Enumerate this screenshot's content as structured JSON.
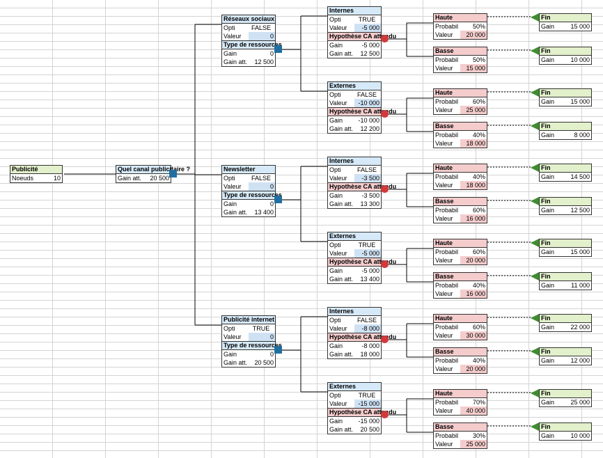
{
  "root": {
    "title": "Publicité",
    "label": "Noeuds",
    "value": "10"
  },
  "decision": {
    "title": "Quel canal publicitaire ?",
    "label": "Gain att.",
    "value": "20 500"
  },
  "labels": {
    "opti": "Opti",
    "valeur": "Valeur",
    "gain": "Gain",
    "gain_att": "Gain att.",
    "probabil": "Probabil",
    "type": "Type de ressources",
    "hypo": "Hypothèse CA attendu",
    "internes": "Internes",
    "externes": "Externes",
    "haute": "Haute",
    "basse": "Basse",
    "fin": "Fin"
  },
  "channels": [
    {
      "name": "Réseaux sociaux",
      "opti": "FALSE",
      "valeur": "0",
      "gain": "0",
      "gain_att": "12 500",
      "resources": [
        {
          "name": "Internes",
          "opti": "TRUE",
          "valeur": "-5 000",
          "gain": "-5 000",
          "gain_att": "12 500",
          "outcomes": [
            {
              "name": "Haute",
              "prob": "50%",
              "valeur": "20 000",
              "fin": "15 000"
            },
            {
              "name": "Basse",
              "prob": "50%",
              "valeur": "15 000",
              "fin": "10 000"
            }
          ]
        },
        {
          "name": "Externes",
          "opti": "FALSE",
          "valeur": "-10 000",
          "gain": "-10 000",
          "gain_att": "12 200",
          "outcomes": [
            {
              "name": "Haute",
              "prob": "60%",
              "valeur": "25 000",
              "fin": "15 000"
            },
            {
              "name": "Basse",
              "prob": "40%",
              "valeur": "18 000",
              "fin": "8 000"
            }
          ]
        }
      ]
    },
    {
      "name": "Newsletter",
      "opti": "FALSE",
      "valeur": "0",
      "gain": "0",
      "gain_att": "13 400",
      "resources": [
        {
          "name": "Internes",
          "opti": "FALSE",
          "valeur": "-3 500",
          "gain": "-3 500",
          "gain_att": "13 300",
          "outcomes": [
            {
              "name": "Haute",
              "prob": "40%",
              "valeur": "18 000",
              "fin": "14 500"
            },
            {
              "name": "Basse",
              "prob": "60%",
              "valeur": "16 000",
              "fin": "12 500"
            }
          ]
        },
        {
          "name": "Externes",
          "opti": "TRUE",
          "valeur": "-5 000",
          "gain": "-5 000",
          "gain_att": "13 400",
          "outcomes": [
            {
              "name": "Haute",
              "prob": "60%",
              "valeur": "20 000",
              "fin": "15 000"
            },
            {
              "name": "Basse",
              "prob": "40%",
              "valeur": "16 000",
              "fin": "11 000"
            }
          ]
        }
      ]
    },
    {
      "name": "Publicité internet",
      "opti": "TRUE",
      "valeur": "0",
      "gain": "0",
      "gain_att": "20 500",
      "resources": [
        {
          "name": "Internes",
          "opti": "FALSE",
          "valeur": "-8 000",
          "gain": "-8 000",
          "gain_att": "18 000",
          "outcomes": [
            {
              "name": "Haute",
              "prob": "60%",
              "valeur": "30 000",
              "fin": "22 000"
            },
            {
              "name": "Basse",
              "prob": "40%",
              "valeur": "20 000",
              "fin": "12 000"
            }
          ]
        },
        {
          "name": "Externes",
          "opti": "TRUE",
          "valeur": "-15 000",
          "gain": "-15 000",
          "gain_att": "20 500",
          "outcomes": [
            {
              "name": "Haute",
              "prob": "70%",
              "valeur": "40 000",
              "fin": "25 000"
            },
            {
              "name": "Basse",
              "prob": "30%",
              "valeur": "25 000",
              "fin": "10 000"
            }
          ]
        }
      ]
    }
  ],
  "colors": {
    "green_header": "#e2f0cb",
    "blue_header": "#d6e9f8",
    "red_header": "#f4cccc",
    "decision_node": "#1f6fa0",
    "chance_node": "#d23a3a",
    "end_node": "#3e8e2f"
  }
}
